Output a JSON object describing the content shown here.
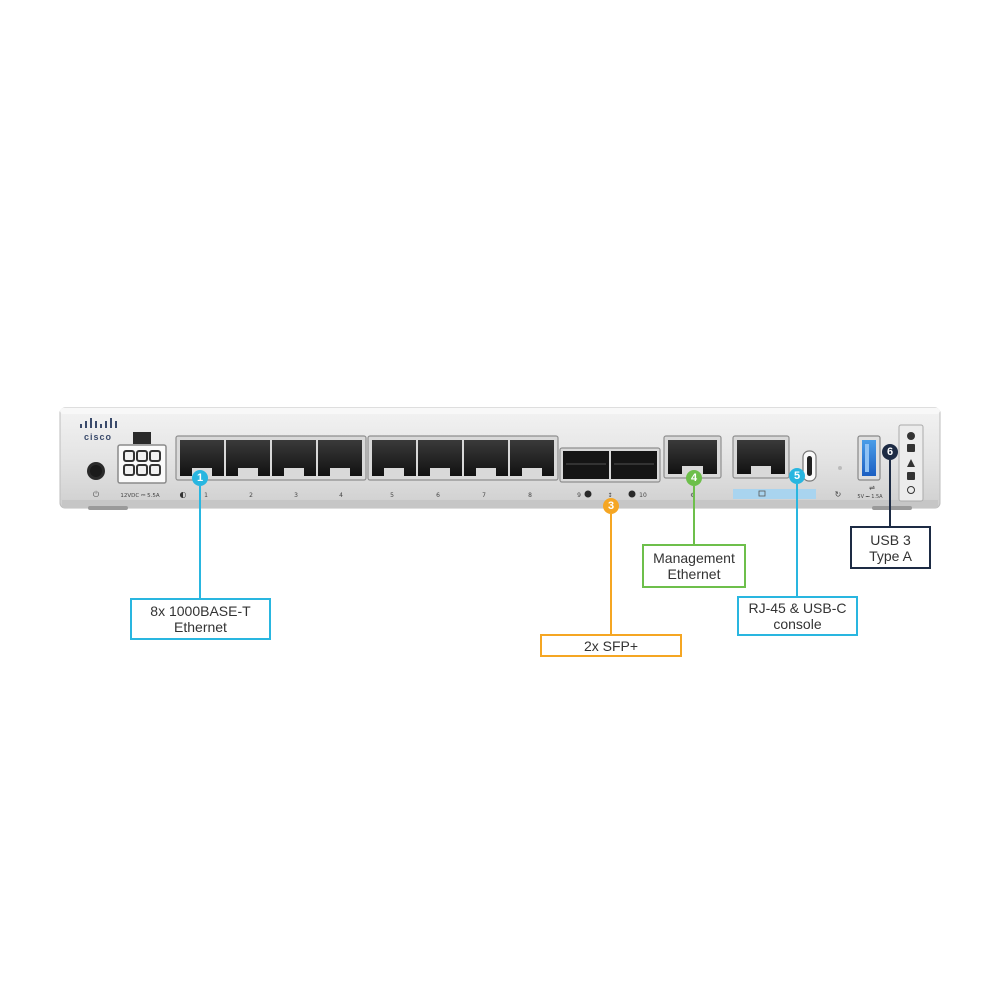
{
  "brand": {
    "logo_text": "cisco"
  },
  "device": {
    "power_label": "12VDC ⎓ 5.5A",
    "port_numbers": [
      "1",
      "2",
      "3",
      "4",
      "5",
      "6",
      "7",
      "8"
    ],
    "sfp_numbers": [
      "9",
      "10"
    ],
    "usb_rating": "5V ⎓ 1.5A"
  },
  "callouts": [
    {
      "number": "1",
      "label": "8x 1000BASE-T\nEthernet",
      "color": "#29b6e0"
    },
    {
      "number": "3",
      "label": "2x SFP+",
      "color": "#f5a623"
    },
    {
      "number": "4",
      "label": "Management\nEthernet",
      "color": "#6dbf4b"
    },
    {
      "number": "5",
      "label": "RJ-45 & USB-C\nconsole",
      "color": "#29b6e0"
    },
    {
      "number": "6",
      "label": "USB 3\nType A",
      "color": "#1d2b44"
    }
  ]
}
